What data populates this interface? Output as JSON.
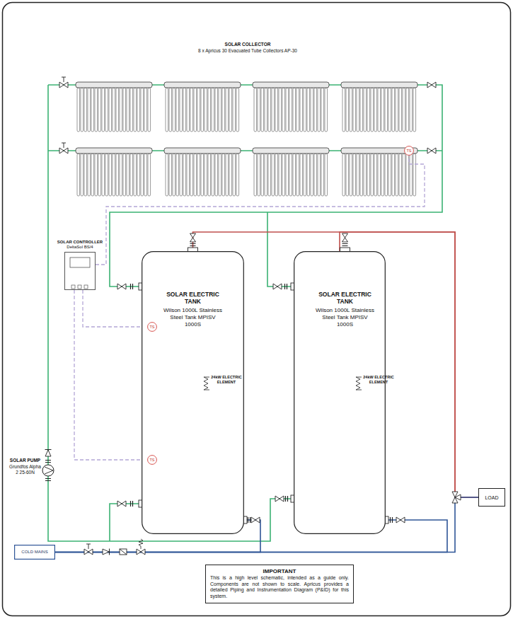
{
  "diagram": {
    "nodes": [
      {
        "text": [
          "TS"
        ]
      },
      {
        "text": [
          "SOLAR CONTROLLER",
          "DeltaSol BS/4"
        ]
      },
      {
        "text": [
          "SOLAR ELECTRIC TANK",
          "Wilson 1000L Stainless Steel Tank MPISV 1000S",
          "24kW ELECTRIC ELEMENT"
        ]
      },
      {
        "text": [
          "TS"
        ],
        "in": 2
      },
      {
        "text": [
          "TS"
        ],
        "in": 2
      },
      {
        "text": [
          "SOLAR ELECTRIC TANK",
          "Wilson 1000L Stainless Steel Tank MPISV 1000S",
          "24kW ELECTRIC ELEMENT"
        ]
      },
      {
        "text": [
          "LOAD"
        ]
      },
      {
        "text": [
          "COLD MAINS"
        ]
      },
      {
        "text": [
          "IMPORTANT",
          "This is a high level schematic, intended as a guide only. Components are not shown to scale. Apricus provides a detailed Piping and Instrumentation Diagram (P&ID) for this system."
        ]
      }
    ],
    "edges": [
      {
        "from": 1,
        "to": 0,
        "arrow": "none"
      },
      {
        "from": 1,
        "to": 3,
        "arrow": "none"
      },
      {
        "from": 1,
        "to": 4,
        "arrow": "none"
      },
      {
        "from": 2,
        "to": 6,
        "arrow": "none"
      },
      {
        "from": 5,
        "to": 6,
        "arrow": "none"
      },
      {
        "from": 7,
        "to": 2,
        "arrow": "none"
      },
      {
        "from": 7,
        "to": 5,
        "arrow": "none"
      },
      {
        "from": 7,
        "to": 6,
        "arrow": "none"
      }
    ],
    "labels": [
      "SOLAR COLLECTOR",
      "8 x Apricus 30 Evacuated Tube Collectors AP-30",
      "SOLAR PUMP",
      "Grundfos Alpha 2 25-60N"
    ]
  }
}
